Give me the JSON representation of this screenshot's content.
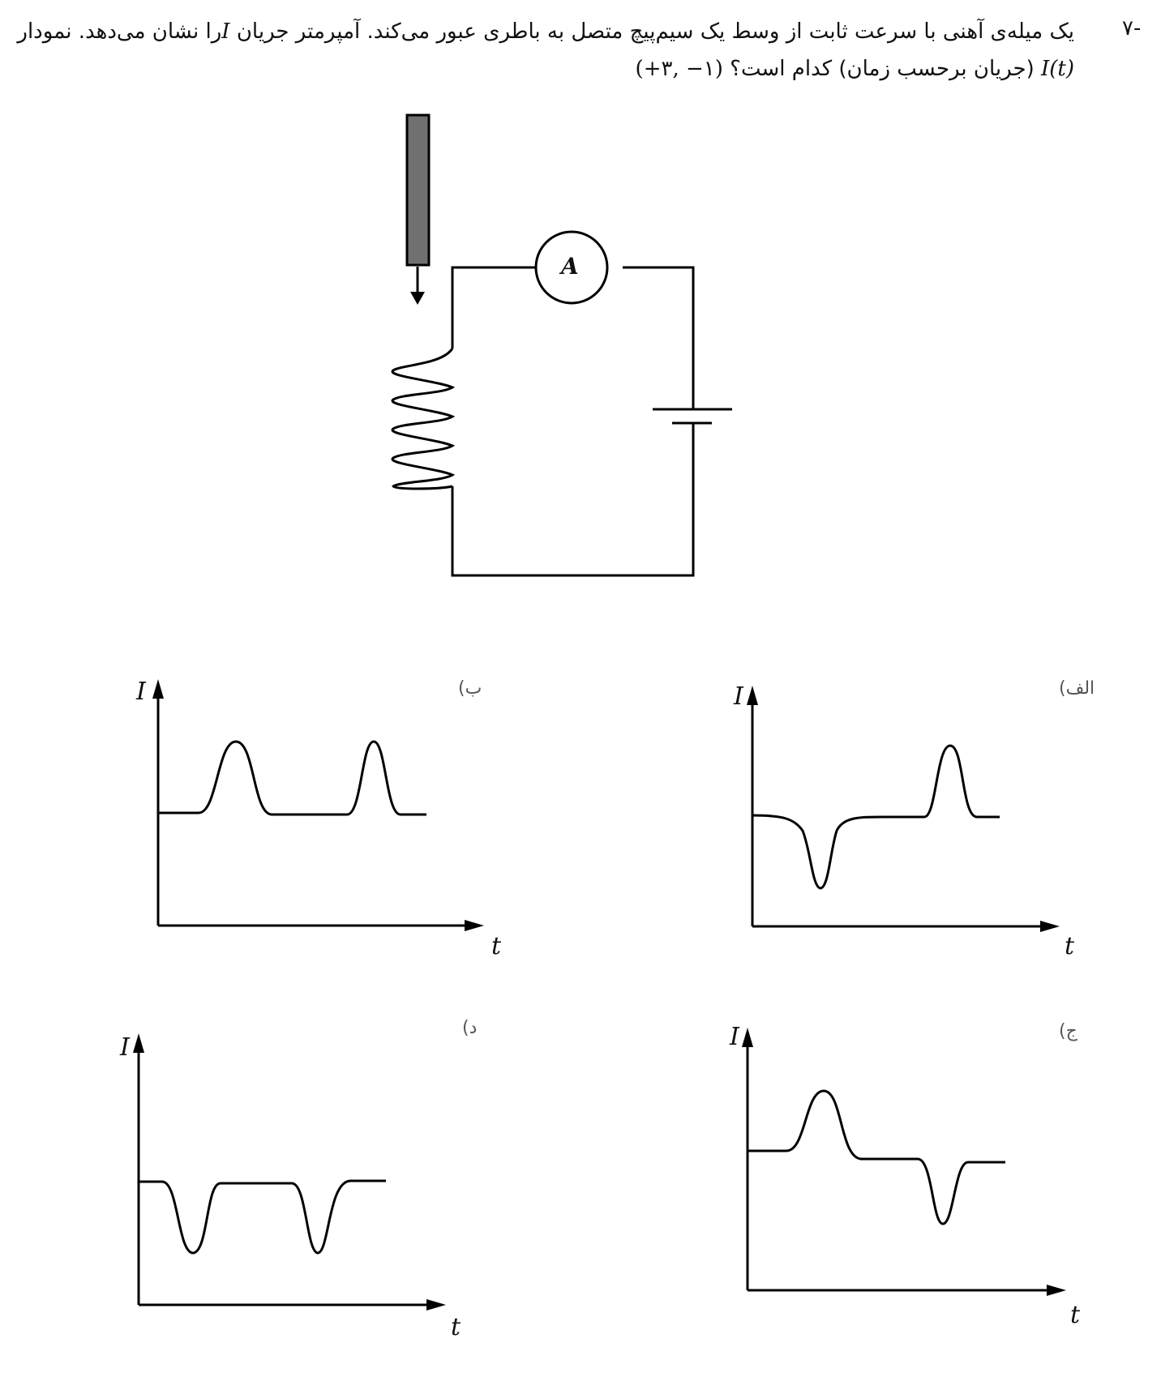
{
  "question": {
    "number": "-۷",
    "line1": "یک میله‌ی آهنی با سرعت ثابت از وسط یک سیم‌پیچ متصل به باطری عبور می‌کند. آمپرمتر جریان ",
    "current_symbol": "I",
    "line1_tail": "را نشان می‌دهد. نمودار",
    "func_symbol": "I(t)",
    "line2": " (جریان برحسب زمان) کدام است؟ ",
    "range_note": "(+۳, −۱)"
  },
  "circuit": {
    "ammeter_label": "A"
  },
  "graphs": {
    "y_axis": "I",
    "x_axis": "t",
    "alef": "الف)",
    "be": "ب)",
    "jim": "ج)",
    "dal": "د)"
  }
}
